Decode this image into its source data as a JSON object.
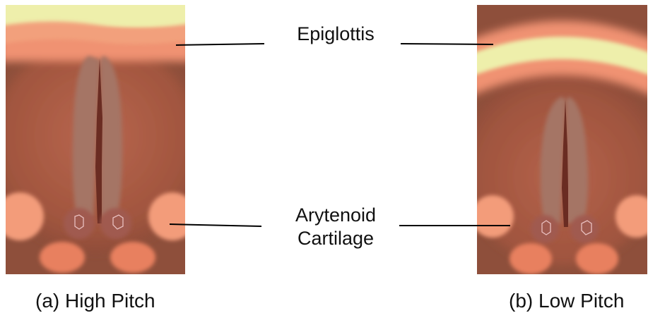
{
  "labels": {
    "epiglottis": "Epiglottis",
    "arytenoid_line1": "Arytenoid",
    "arytenoid_line2": "Cartilage"
  },
  "captions": {
    "high_pitch": "(a) High Pitch",
    "low_pitch": "(b) Low Pitch"
  },
  "colors": {
    "epiglottis_yellow": "#efefa8",
    "epiglottis_salmon": "#ef9070",
    "larynx_outer": "#8f4e3a",
    "larynx_inner": "#b25e48",
    "vocal_fold": "#a8786a",
    "glottis_gap": "#6a2c22",
    "arytenoid": "#f59a78"
  }
}
